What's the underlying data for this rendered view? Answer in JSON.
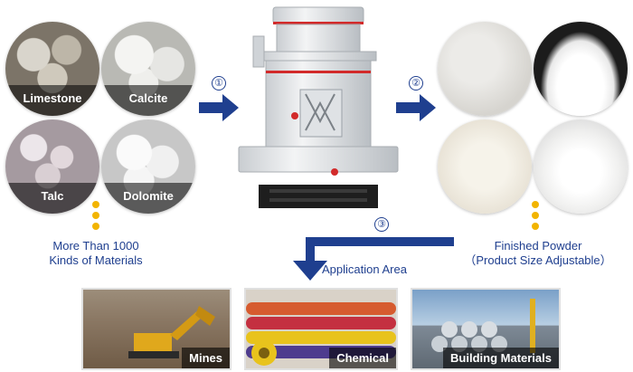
{
  "materials": [
    {
      "label": "Limestone"
    },
    {
      "label": "Calcite"
    },
    {
      "label": "Talc"
    },
    {
      "label": "Dolomite"
    }
  ],
  "materials_caption": [
    "More Than 1000",
    "Kinds of Materials"
  ],
  "steps": [
    "①",
    "②",
    "③"
  ],
  "finished_caption": [
    "Finished Powder",
    "（Product Size Adjustable）"
  ],
  "application_title": "Application Area",
  "applications": [
    {
      "label": "Mines"
    },
    {
      "label": "Chemical"
    },
    {
      "label": "Building Materials"
    }
  ],
  "colors": {
    "accent": "#1f3f8f",
    "dots": "#f2b400",
    "mill_body": "#e6e8ea",
    "mill_red": "#d22a2a"
  }
}
